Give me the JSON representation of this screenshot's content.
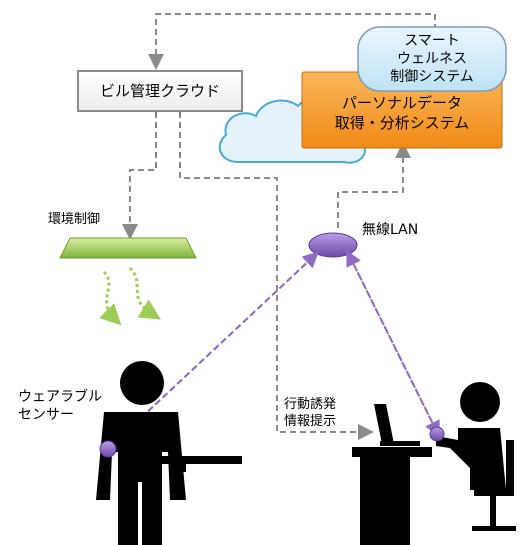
{
  "building_cloud": {
    "label": "ビル管理クラウド"
  },
  "personal_data": {
    "line1": "パーソナルデータ",
    "line2": "取得・分析システム"
  },
  "smart_wellness": {
    "line1": "スマート",
    "line2": "ウェルネス",
    "line3": "制御システム"
  },
  "env_control": {
    "label": "環境制御"
  },
  "wireless": {
    "label": "無線LAN"
  },
  "wearable": {
    "line1": "ウェアラブル",
    "line2": "センサー"
  },
  "behavior": {
    "line1": "行動誘発",
    "line2": "情報提示"
  },
  "colors": {
    "orange": "#f6921e",
    "cloud_blue": "#d9eefa",
    "purple": "#8e6cc4",
    "green": "#9ccc55",
    "dash_gray": "#7f7f7f"
  }
}
